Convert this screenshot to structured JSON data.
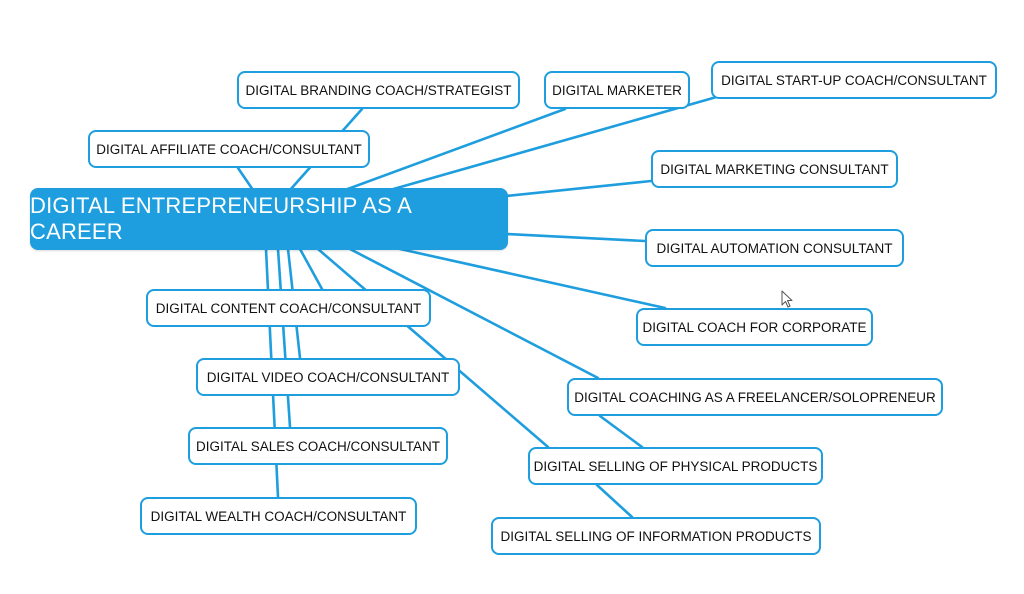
{
  "central": {
    "label": "DIGITAL ENTREPRENEURSHIP AS A CAREER"
  },
  "branches": [
    {
      "key": "branding",
      "label": "DIGITAL BRANDING COACH/STRATEGIST"
    },
    {
      "key": "marketer",
      "label": "DIGITAL MARKETER"
    },
    {
      "key": "startup",
      "label": "DIGITAL START-UP COACH/CONSULTANT"
    },
    {
      "key": "affiliate",
      "label": "DIGITAL AFFILIATE COACH/CONSULTANT"
    },
    {
      "key": "mktcons",
      "label": "DIGITAL MARKETING CONSULTANT"
    },
    {
      "key": "automation",
      "label": "DIGITAL AUTOMATION CONSULTANT"
    },
    {
      "key": "corporate",
      "label": "DIGITAL COACH FOR CORPORATE"
    },
    {
      "key": "content",
      "label": "DIGITAL CONTENT COACH/CONSULTANT"
    },
    {
      "key": "freelancer",
      "label": "DIGITAL COACHING AS A FREELANCER/SOLOPRENEUR"
    },
    {
      "key": "video",
      "label": "DIGITAL VIDEO COACH/CONSULTANT"
    },
    {
      "key": "physical",
      "label": "DIGITAL SELLING OF PHYSICAL PRODUCTS"
    },
    {
      "key": "sales",
      "label": "DIGITAL SALES COACH/CONSULTANT"
    },
    {
      "key": "info",
      "label": "DIGITAL SELLING OF INFORMATION PRODUCTS"
    },
    {
      "key": "wealth",
      "label": "DIGITAL WEALTH COACH/CONSULTANT"
    }
  ],
  "colors": {
    "accent": "#1e9ede",
    "node_text": "#111111",
    "central_text": "#ffffff"
  }
}
